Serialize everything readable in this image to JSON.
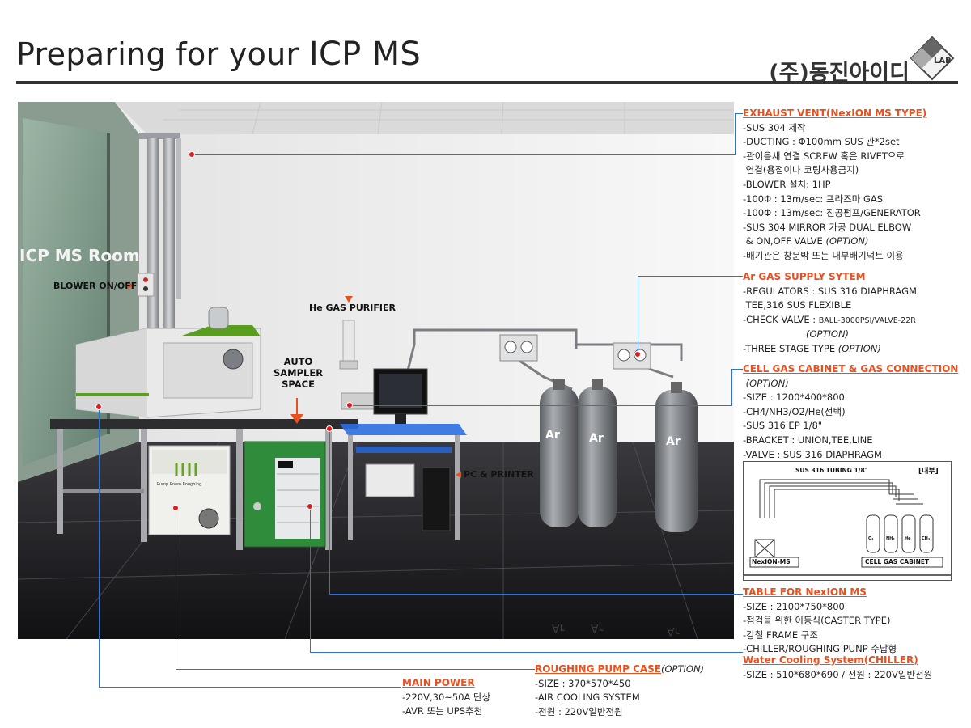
{
  "header": {
    "title_prefix": "Preparing for your",
    "title_suffix": "ICP MS",
    "company": "(주)동진아이디",
    "logo_text": "LAB"
  },
  "scene": {
    "room_sign": "ICP MS Room",
    "blower_label": "BLOWER ON/OFF",
    "he_label": "He GAS PURIFIER",
    "auto_sampler_label": "AUTO\nSAMPLER\nSPACE",
    "pc_label": "PC & PRINTER",
    "cylinder_label": "Ar",
    "pump_text": "Pump Room Roughing"
  },
  "blocks": {
    "exhaust": {
      "title": "EXHAUST VENT(NexION MS TYPE)",
      "lines": [
        "-SUS 304 제작",
        "-DUCTING : Φ100mm SUS 관*2set",
        "-관이음새 연결 SCREW 혹은 RIVET으로",
        " 연결(용접이나 코팅사용금지)",
        "-BLOWER 설치: 1HP",
        "-100Φ : 13m/sec: 프라즈마 GAS",
        "-100Φ : 13m/sec: 진공펌프/GENERATOR",
        "-SUS 304 MIRROR 가공 DUAL ELBOW",
        " & ON,OFF VALVE "
      ],
      "option": "(OPTION)",
      "last": "-배기관은 창문밖 또는 내부배기덕트 이용"
    },
    "ar": {
      "title": "Ar GAS SUPPLY SYTEM",
      "l1": "-REGULATORS : SUS 316 DIAPHRAGM,",
      "l2": " TEE,316 SUS FLEXIBLE",
      "l3a": "-CHECK VALVE : ",
      "l3b": "BALL-3000PSI/VALVE-22R",
      "l4": "(OPTION)",
      "l5a": "-THREE STAGE TYPE ",
      "l5b": "(OPTION)"
    },
    "cell": {
      "title": "CELL GAS CABINET & GAS CONNECTION",
      "option": " (OPTION)",
      "lines": [
        "-SIZE : 1200*400*800",
        "-CH4/NH3/O2/He(선택)",
        "-SUS 316 EP 1/8\"",
        "-BRACKET : UNION,TEE,LINE",
        "-VALVE : SUS 316 DIAPHRAGM"
      ]
    },
    "diagram": {
      "tubing": "SUS 316 TUBING 1/8\"",
      "inner": "[내부]",
      "nexion": "NexION-MS",
      "cabinet": "CELL GAS CABINET",
      "gases": [
        "O₂",
        "NH₃",
        "He",
        "CH₄"
      ]
    },
    "table": {
      "title": "TABLE FOR NexION MS",
      "lines": [
        "-SIZE : 2100*750*800",
        "-점검을 위한 이동식(CASTER TYPE)",
        "-강철 FRAME 구조",
        "-CHILLER/ROUGHING PUNP 수납형"
      ]
    },
    "chiller": {
      "title": "Water Cooling System(CHILLER)",
      "lines": [
        "-SIZE : 510*680*690 / 전원 : 220V일반전원"
      ]
    },
    "main_power": {
      "title": "MAIN POWER",
      "lines": [
        "-220V,30~50A 단상",
        "-AVR 또는 UPS추천"
      ]
    },
    "roughing": {
      "title": "ROUGHING PUMP CASE",
      "option": "(OPTION)",
      "lines": [
        "-SIZE : 370*570*450",
        "-AIR COOLING SYSTEM",
        "-전원 : 220V일반전원"
      ]
    }
  },
  "colors": {
    "heading": "#e8501e",
    "leader": "#2f6fd6",
    "marker": "#e21b1b",
    "accent_green": "#5a9e1f"
  }
}
